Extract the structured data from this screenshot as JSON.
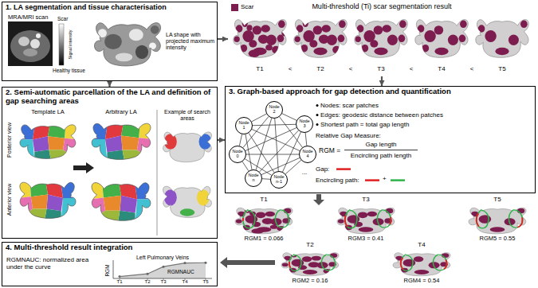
{
  "diagram": {
    "nodes": [
      {
        "text": [
          "1. LA segmentation and tissue characterisation"
        ]
      },
      {
        "text": [
          "Multi-threshold (Ti) scar segmentation result"
        ]
      },
      {
        "text": [
          "2. Semi-automatic parcellation of the LA and definition of gap searching areas"
        ]
      },
      {
        "text": [
          "3. Graph-based approach for gap detection and quantification"
        ]
      },
      {
        "text": [
          "Node 0"
        ],
        "in": 3
      },
      {
        "text": [
          "Node 1"
        ],
        "in": 3
      },
      {
        "text": [
          "Node 2"
        ],
        "in": 3
      },
      {
        "text": [
          "Node 3"
        ],
        "in": 3
      },
      {
        "text": [
          "Node 4"
        ],
        "in": 3
      },
      {
        "text": [
          "Node n"
        ],
        "in": 3
      },
      {
        "text": [
          "Node n-1"
        ],
        "in": 3
      },
      {
        "text": [
          "4. Multi-threshold result integration"
        ]
      }
    ],
    "edges": [
      {
        "from": 0,
        "to": 1,
        "arrow": "to"
      },
      {
        "from": 0,
        "to": 2,
        "arrow": "to"
      },
      {
        "from": 2,
        "to": 3,
        "arrow": "to"
      },
      {
        "from": 1,
        "to": 3,
        "arrow": "to"
      },
      {
        "from": 4,
        "to": 5,
        "arrow": "none"
      },
      {
        "from": 4,
        "to": 6,
        "arrow": "none"
      },
      {
        "from": 4,
        "to": 7,
        "arrow": "none"
      },
      {
        "from": 4,
        "to": 8,
        "arrow": "none"
      },
      {
        "from": 4,
        "to": 9,
        "arrow": "none"
      },
      {
        "from": 4,
        "to": 10,
        "arrow": "none"
      },
      {
        "from": 5,
        "to": 6,
        "arrow": "none"
      },
      {
        "from": 5,
        "to": 7,
        "arrow": "none"
      },
      {
        "from": 5,
        "to": 8,
        "arrow": "none"
      },
      {
        "from": 5,
        "to": 9,
        "arrow": "none"
      },
      {
        "from": 5,
        "to": 10,
        "arrow": "none"
      },
      {
        "from": 6,
        "to": 7,
        "arrow": "none"
      },
      {
        "from": 6,
        "to": 8,
        "arrow": "none"
      },
      {
        "from": 6,
        "to": 9,
        "arrow": "none"
      },
      {
        "from": 6,
        "to": 10,
        "arrow": "none"
      },
      {
        "from": 7,
        "to": 8,
        "arrow": "none"
      },
      {
        "from": 7,
        "to": 9,
        "arrow": "none"
      },
      {
        "from": 7,
        "to": 10,
        "arrow": "none"
      },
      {
        "from": 8,
        "to": 9,
        "arrow": "none"
      },
      {
        "from": 8,
        "to": 10,
        "arrow": "none"
      },
      {
        "from": 9,
        "to": 10,
        "arrow": "none"
      }
    ],
    "labels": [
      "MRA/MRI scan",
      "Scar",
      "Signal intensity",
      "Healthy tissue",
      "LA shape with projected maximum intensity",
      "T1",
      "<",
      "T2",
      "<",
      "T3",
      "<",
      "T4",
      "<",
      "T5",
      "Template LA",
      "Arbitrary LA",
      "Posterior view",
      "Anterior view",
      "Example of search areas",
      "Nodes: scar patches",
      "Edges: geodesic distance between patches",
      "Shortest path = total gap length",
      "Relative Gap Measure:",
      "RGM =",
      "Gap length",
      "Encircling path length",
      "Gap:",
      "Encircling path:",
      "+",
      "...",
      "T1",
      "RGM1 = 0.066",
      "T2",
      "RGM2 = 0.16",
      "T3",
      "RGM3 = 0.41",
      "T4",
      "RGM4 = 0.54",
      "T5",
      "RGM5 = 0.55",
      "RGMNAUC: normalized area under the curve",
      "Left Pulmonary Veins",
      "RGM",
      "RGMNAUC",
      "T1",
      "T2",
      "T3",
      "T4",
      "T5"
    ],
    "legend": [
      {
        "text": "Scar",
        "color": "#7d1d4f"
      }
    ]
  }
}
